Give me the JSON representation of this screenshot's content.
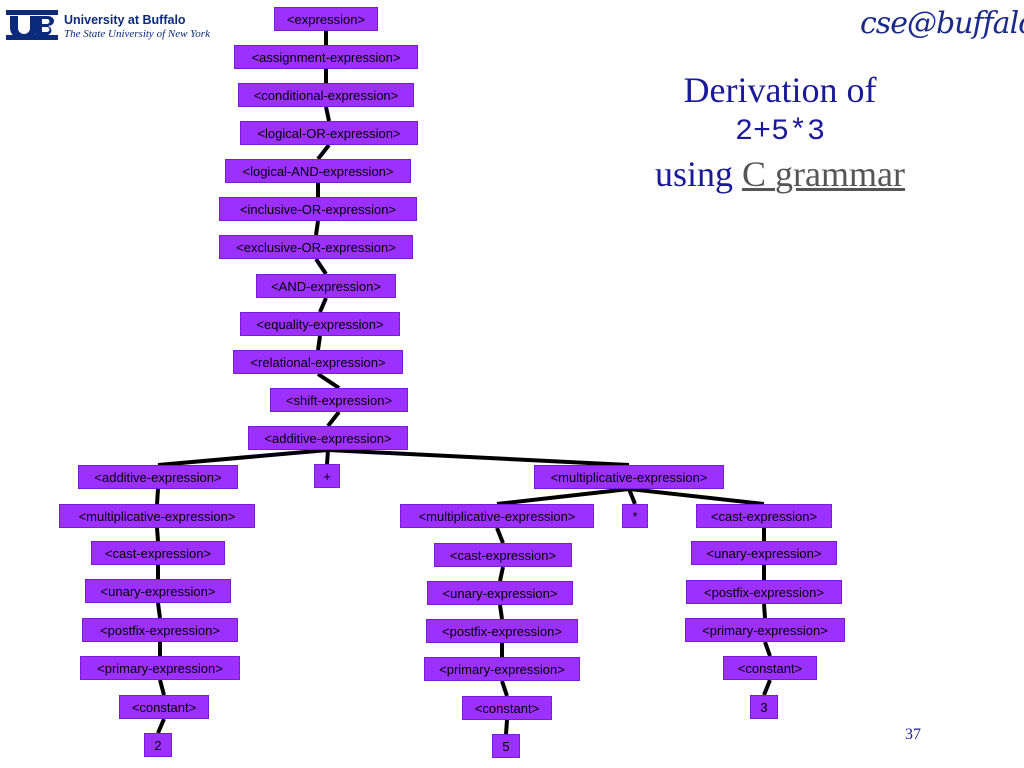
{
  "header": {
    "university_name": "University at Buffalo",
    "university_sub": "The State University of New York",
    "dept_logo": "cse@buffalo",
    "logo_color": "#0b2a7a"
  },
  "title": {
    "line1": "Derivation of",
    "line2": "2+5*3",
    "line3_prefix": "using ",
    "line3_link_c": "C",
    "line3_link_grammar": "grammar",
    "color": "#1a1a99"
  },
  "tree": {
    "node_color": "#9b30ff",
    "nodes": [
      {
        "id": "expr",
        "label": "<expression>"
      },
      {
        "id": "assign",
        "label": "<assignment-expression>"
      },
      {
        "id": "cond",
        "label": "<conditional-expression>"
      },
      {
        "id": "lor",
        "label": "<logical-OR-expression>"
      },
      {
        "id": "land",
        "label": "<logical-AND-expression>"
      },
      {
        "id": "ior",
        "label": "<inclusive-OR-expression>"
      },
      {
        "id": "xor",
        "label": "<exclusive-OR-expression>"
      },
      {
        "id": "and",
        "label": "<AND-expression>"
      },
      {
        "id": "eq",
        "label": "<equality-expression>"
      },
      {
        "id": "rel",
        "label": "<relational-expression>"
      },
      {
        "id": "shift",
        "label": "<shift-expression>"
      },
      {
        "id": "add",
        "label": "<additive-expression>"
      },
      {
        "id": "add2",
        "label": "<additive-expression>"
      },
      {
        "id": "plus",
        "label": "+"
      },
      {
        "id": "mul",
        "label": "<multiplicative-expression>"
      },
      {
        "id": "lmul",
        "label": "<multiplicative-expression>"
      },
      {
        "id": "lcast",
        "label": "<cast-expression>"
      },
      {
        "id": "lun",
        "label": "<unary-expression>"
      },
      {
        "id": "lpost",
        "label": "<postfix-expression>"
      },
      {
        "id": "lprim",
        "label": "<primary-expression>"
      },
      {
        "id": "lconst",
        "label": "<constant>"
      },
      {
        "id": "two",
        "label": "2"
      },
      {
        "id": "mmul",
        "label": "<multiplicative-expression>"
      },
      {
        "id": "mcast",
        "label": "<cast-expression>"
      },
      {
        "id": "mun",
        "label": "<unary-expression>"
      },
      {
        "id": "mpost",
        "label": "<postfix-expression>"
      },
      {
        "id": "mprim",
        "label": "<primary-expression>"
      },
      {
        "id": "mconst",
        "label": "<constant>"
      },
      {
        "id": "five",
        "label": "5"
      },
      {
        "id": "star",
        "label": "*"
      },
      {
        "id": "rcast",
        "label": "<cast-expression>"
      },
      {
        "id": "run",
        "label": "<unary-expression>"
      },
      {
        "id": "rpost",
        "label": "<postfix-expression>"
      },
      {
        "id": "rprim",
        "label": "<primary-expression>"
      },
      {
        "id": "rconst",
        "label": "<constant>"
      },
      {
        "id": "three",
        "label": "3"
      }
    ],
    "edges": [
      [
        "expr",
        "assign"
      ],
      [
        "assign",
        "cond"
      ],
      [
        "cond",
        "lor"
      ],
      [
        "lor",
        "land"
      ],
      [
        "land",
        "ior"
      ],
      [
        "ior",
        "xor"
      ],
      [
        "xor",
        "and"
      ],
      [
        "and",
        "eq"
      ],
      [
        "eq",
        "rel"
      ],
      [
        "rel",
        "shift"
      ],
      [
        "shift",
        "add"
      ],
      [
        "add",
        "add2"
      ],
      [
        "add",
        "plus"
      ],
      [
        "add",
        "mul"
      ],
      [
        "add2",
        "lmul"
      ],
      [
        "lmul",
        "lcast"
      ],
      [
        "lcast",
        "lun"
      ],
      [
        "lun",
        "lpost"
      ],
      [
        "lpost",
        "lprim"
      ],
      [
        "lprim",
        "lconst"
      ],
      [
        "lconst",
        "two"
      ],
      [
        "mul",
        "mmul"
      ],
      [
        "mul",
        "star"
      ],
      [
        "mul",
        "rcast"
      ],
      [
        "mmul",
        "mcast"
      ],
      [
        "mcast",
        "mun"
      ],
      [
        "mun",
        "mpost"
      ],
      [
        "mpost",
        "mprim"
      ],
      [
        "mprim",
        "mconst"
      ],
      [
        "mconst",
        "five"
      ],
      [
        "rcast",
        "run"
      ],
      [
        "run",
        "rpost"
      ],
      [
        "rpost",
        "rprim"
      ],
      [
        "rprim",
        "rconst"
      ],
      [
        "rconst",
        "three"
      ]
    ]
  },
  "page_number": "37"
}
